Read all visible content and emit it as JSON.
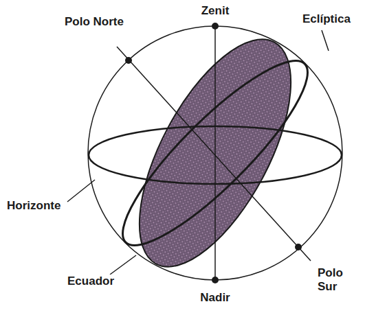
{
  "diagram": {
    "labels": [
      "Zenit",
      "Polo Norte",
      "Eclíptica",
      "Horizonte",
      "Ecuador",
      "Nadir",
      "Polo Sur"
    ]
  }
}
